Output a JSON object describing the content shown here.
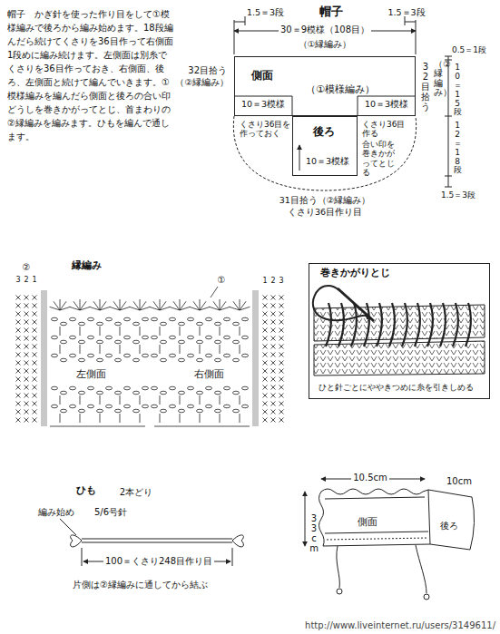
{
  "diagram": {
    "title": "帽子",
    "nodes": [
      {
        "text": [
          "側面",
          "（①模様編み）"
        ]
      },
      {
        "text": [
          "後ろ",
          "10＝3模様"
        ]
      },
      {
        "text": [
          "巻きかがりとじ",
          "ひと針ごとにややきつめに糸を引きしめる"
        ]
      }
    ],
    "labels": [
      "帽子　かぎ針を使った作り目をして①模様編みで後ろから編み始めます。18段編んだら続けてくさりを36目作って右側面1段めに編み続けます。左側面は別糸でくさりを36目作っておき、右側面、後ろ、左側面と続けて編んでいきます。①模様編みを編んだら側面と後ろの合い印どうしを巻きかがってとじ、首まわりの②縁編みを編みます。ひもを編んで通します。",
      "1.5＝3段",
      "1.5＝3段",
      "30＝9模様（108目）",
      "（①縁編み）",
      "32目拾う",
      "（②縁編み）",
      "32目拾う",
      "（②縁編み）",
      "10＝3模様",
      "10＝3模様",
      "くさり36目を作っておく",
      "くさり36目作る",
      "合い印を巻きかがってとじる",
      "31目拾う（②縁編み）",
      "くさり36目作り目",
      "0.5＝1段",
      "10＝15段",
      "12＝18段",
      "1.5＝3段",
      "②",
      "縁編み",
      "3",
      "2",
      "1",
      "①",
      "1",
      "2",
      "3",
      "左側面",
      "右側面",
      "ひも",
      "2本どり",
      "編み始め",
      "5/6号針",
      "100＝くさり248目作り目",
      "片側は②縁編みに通してから結ぶ",
      "10.5cm",
      "33cm",
      "10cm",
      "側面",
      "後ろ",
      "http://www.liveinternet.ru/users/3149611/"
    ]
  }
}
